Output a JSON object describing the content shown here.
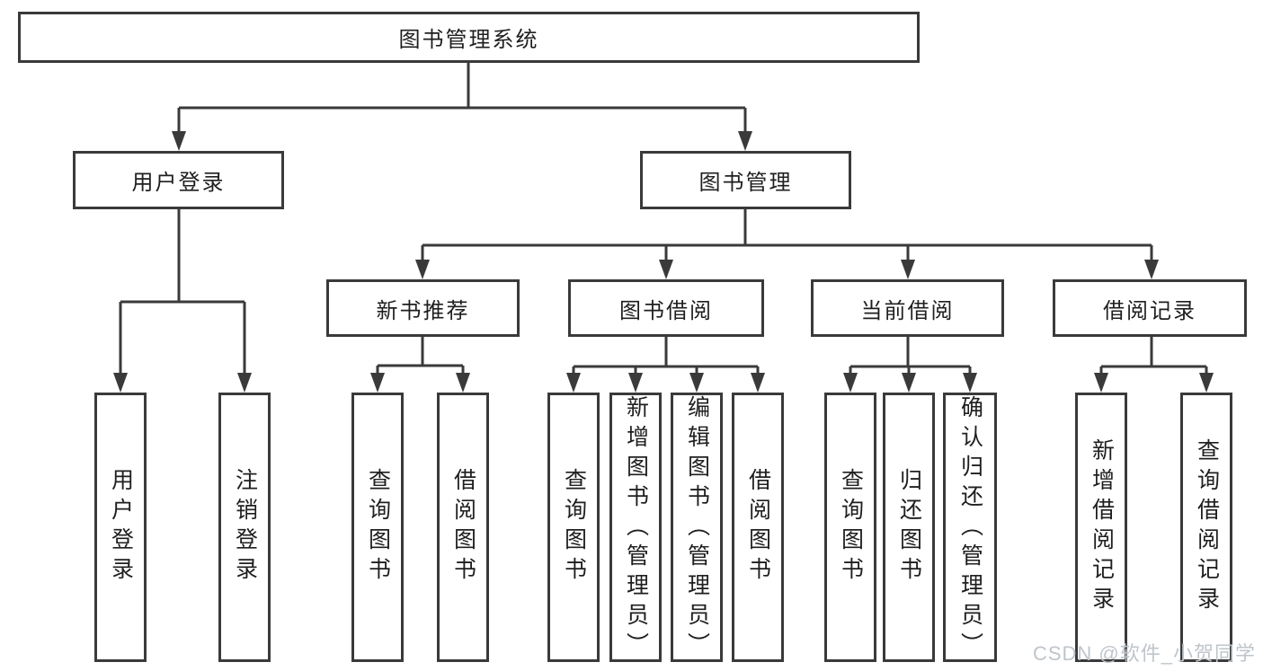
{
  "diagram": {
    "root": {
      "label": "图书管理系统"
    },
    "level2": {
      "user_login": {
        "label": "用户登录"
      },
      "book_mgmt": {
        "label": "图书管理"
      }
    },
    "level3": {
      "new_book": {
        "label": "新书推荐"
      },
      "borrow": {
        "label": "图书借阅"
      },
      "current": {
        "label": "当前借阅"
      },
      "records": {
        "label": "借阅记录"
      }
    },
    "leaves": {
      "user_login": [
        "用户登录",
        "注销登录"
      ],
      "new_book": [
        "查询图书",
        "借阅图书"
      ],
      "borrow": [
        "查询图书",
        "新增图书（管理员）",
        "编辑图书（管理员）",
        "借阅图书"
      ],
      "current": [
        "查询图书",
        "归还图书",
        "确认归还（管理员）"
      ],
      "records": [
        "新增借阅记录",
        "查询借阅记录"
      ]
    },
    "colors": {
      "line": "#3a3a3a",
      "text": "#1f1f1f",
      "background": "#ffffff",
      "watermark": "#bfc5cb"
    },
    "watermark": "CSDN @软件_小贺同学"
  }
}
